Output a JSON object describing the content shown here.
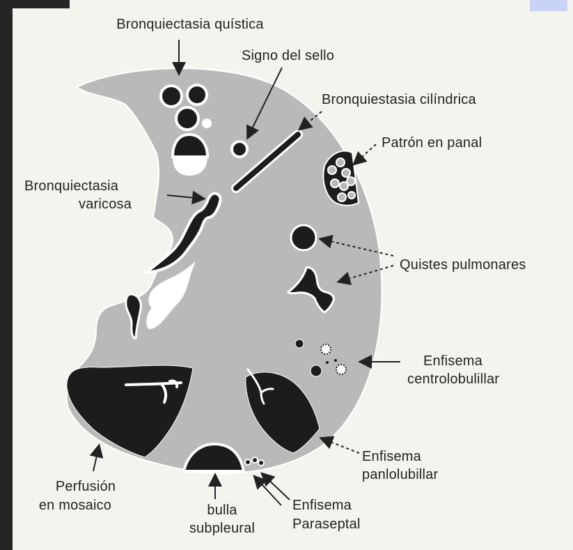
{
  "labels": {
    "cystic_bronchiectasis": "Bronquiectasia quística",
    "signet_ring": "Signo del sello",
    "cylindrical_bronchiectasis": "Bronquiestasia cilíndrica",
    "honeycomb": "Patrón en panal",
    "varicose_line_1": "Bronquiectasia",
    "varicose_line_2": "varicosa",
    "pulmonary_cysts": "Quistes pulmonares",
    "centrilobular_line_1": "Enfisema",
    "centrilobular_line_2": "centrolobulillar",
    "panlobular_line_1": "Enfisema",
    "panlobular_line_2": "panlolubillar",
    "mosaic_line_1": "Perfusión",
    "mosaic_line_2": "en mosaico",
    "subpleural_line_1": "bulla",
    "subpleural_line_2": "subpleural",
    "paraseptal_line_1": "Enfisema",
    "paraseptal_line_2": "Paraseptal"
  },
  "colors": {
    "lung_fill": "#b9b9b9",
    "dark_fill": "#1c1c1c",
    "white_fill": "#ffffff",
    "arrow": "#222222"
  }
}
